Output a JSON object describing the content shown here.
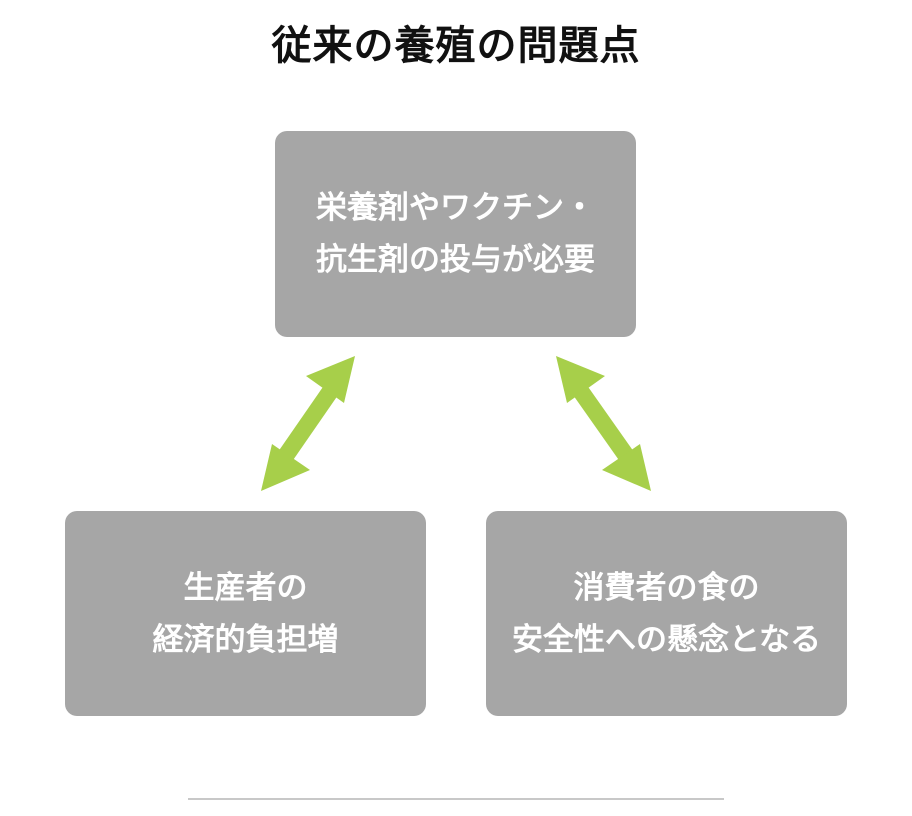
{
  "title": "従来の養殖の問題点",
  "boxes": {
    "top": [
      "栄養剤やワクチン・",
      "抗生剤の投与が必要"
    ],
    "left": [
      "生産者の",
      "経済的負担増"
    ],
    "right": [
      "消費者の食の",
      "安全性への懸念となる"
    ]
  },
  "colors": {
    "box": "#a6a6a6",
    "arrow": "#a7cf4a",
    "divider": "#c8c8c8"
  }
}
